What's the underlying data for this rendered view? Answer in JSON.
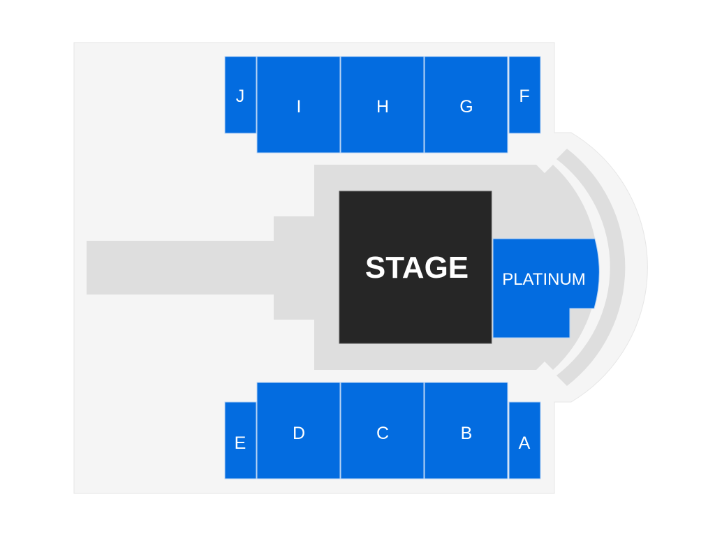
{
  "venue": {
    "colors": {
      "background": "#ffffff",
      "venue_area": "#f5f5f5",
      "floor_area": "#dedede",
      "section": "#036ce0",
      "stage": "#262626",
      "label": "#ffffff"
    }
  },
  "stage": {
    "label": "STAGE"
  },
  "sections": {
    "top": [
      {
        "id": "J",
        "label": "J"
      },
      {
        "id": "I",
        "label": "I"
      },
      {
        "id": "H",
        "label": "H"
      },
      {
        "id": "G",
        "label": "G"
      },
      {
        "id": "F",
        "label": "F"
      }
    ],
    "bottom": [
      {
        "id": "E",
        "label": "E"
      },
      {
        "id": "D",
        "label": "D"
      },
      {
        "id": "C",
        "label": "C"
      },
      {
        "id": "B",
        "label": "B"
      },
      {
        "id": "A",
        "label": "A"
      }
    ],
    "floor": [
      {
        "id": "PLATINUM",
        "label": "PLATINUM"
      }
    ]
  }
}
